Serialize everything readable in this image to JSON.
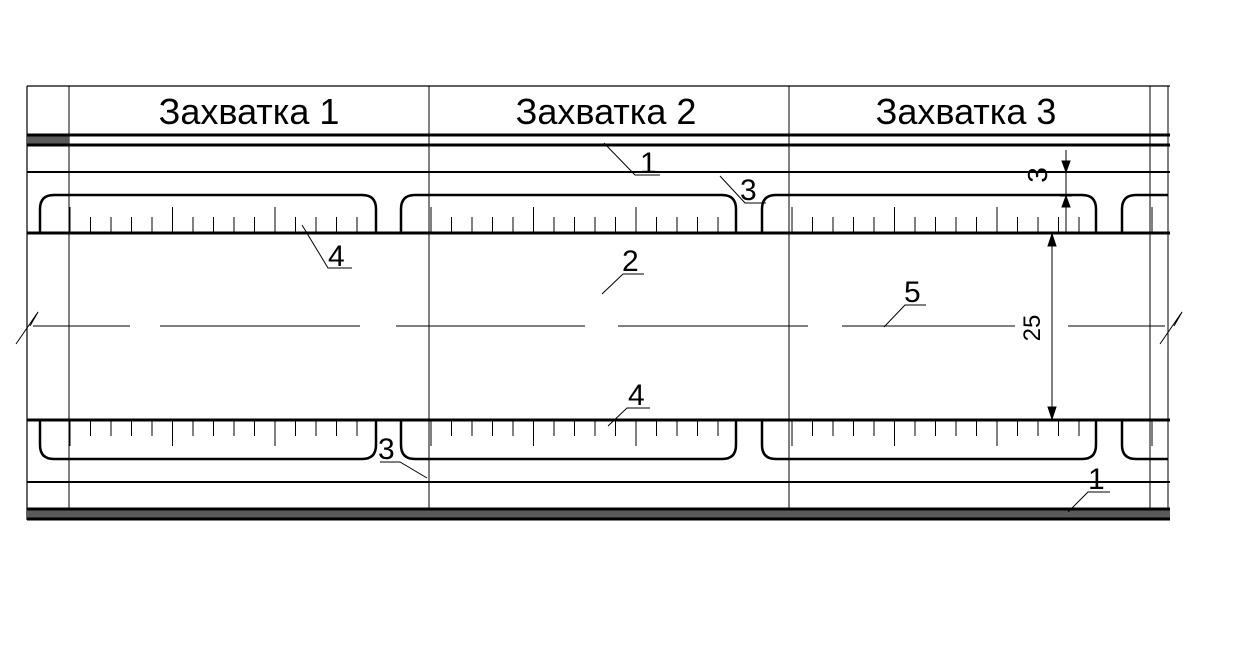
{
  "header": {
    "zones": [
      "Захватка 1",
      "Захватка 2",
      "Захватка 3"
    ]
  },
  "callouts": {
    "top_edge_1": "1",
    "top_gap_3": "3",
    "top_rack_4": "4",
    "center_2": "2",
    "axis_5": "5",
    "bottom_rack_4": "4",
    "bottom_gap_3": "3",
    "bottom_edge_1": "1"
  },
  "dimensions": {
    "small": "3",
    "large": "25"
  },
  "colors": {
    "ink": "#000000",
    "band": "#5a5a5a"
  }
}
